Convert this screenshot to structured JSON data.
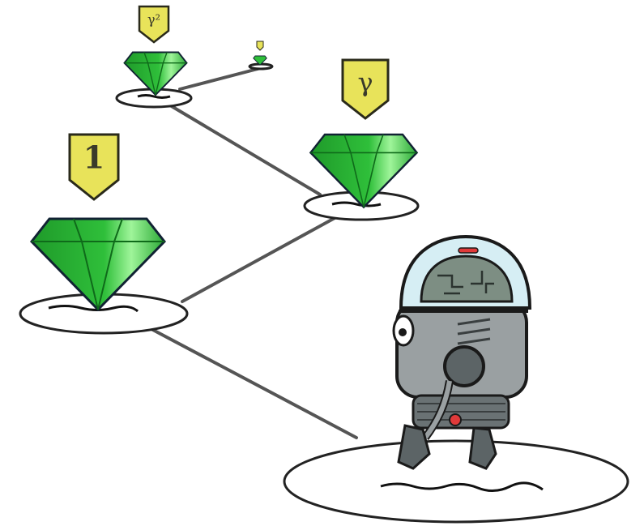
{
  "palette": {
    "gem_dark": "#1f9a2a",
    "gem_mid": "#2fbf3a",
    "gem_light": "#8ff08a",
    "tag_fill": "#e8e35a",
    "tag_stroke": "#2a2a1a",
    "outline": "#1a1a1a",
    "robot_grey": "#9aa0a2",
    "robot_dark": "#5c6466",
    "dome_glass": "#d6eef4",
    "brain_green": "#7d8e83",
    "accent_red": "#e03a3a"
  },
  "labels": {
    "tag1": "1",
    "tag2": "γ",
    "tag3": "γ²",
    "tag4": ""
  },
  "icons": {
    "gem": "emerald-icon",
    "tag": "shield-badge-icon",
    "robot": "robot-icon"
  }
}
